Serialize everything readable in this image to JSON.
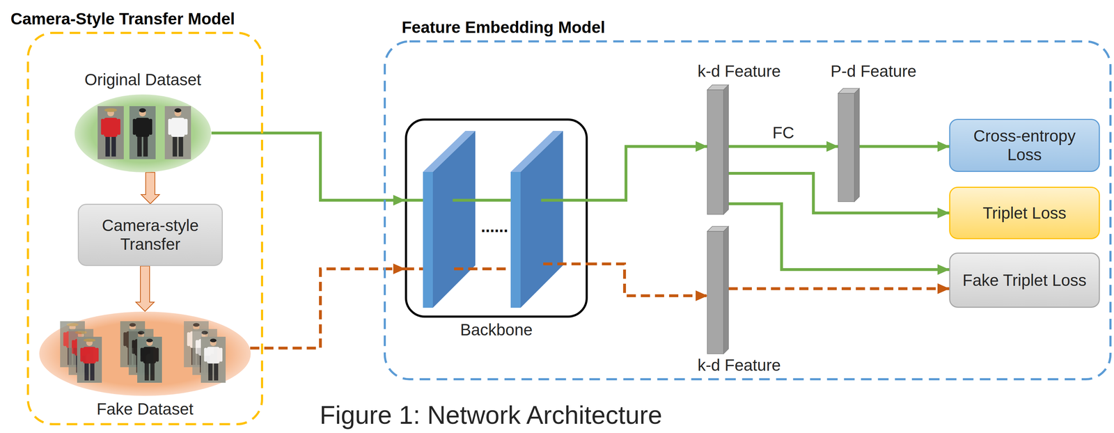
{
  "diagram": {
    "caption": "Figure 1: Network Architecture",
    "nodes": [
      {
        "text": [
          "Camera-Style Transfer Model"
        ]
      },
      {
        "text": [
          "Original Dataset"
        ],
        "in": 0
      },
      {
        "text": [
          "Camera-style Transfer"
        ],
        "in": 0
      },
      {
        "text": [
          "Fake Dataset"
        ],
        "in": 0
      },
      {
        "text": [
          "Feature Embedding Model"
        ]
      },
      {
        "text": [
          "Backbone"
        ],
        "in": 4
      },
      {
        "text": [
          "k-d Feature"
        ],
        "in": 4
      },
      {
        "text": [
          "P-d Feature"
        ],
        "in": 4
      },
      {
        "text": [
          "k-d Feature"
        ],
        "in": 4
      },
      {
        "text": [
          "Cross-entropy Loss"
        ],
        "in": 4
      },
      {
        "text": [
          "Triplet Loss"
        ],
        "in": 4
      },
      {
        "text": [
          "Fake Triplet Loss"
        ],
        "in": 4
      }
    ],
    "edges": [
      {
        "from": 1,
        "to": 2,
        "arrow": "to"
      },
      {
        "from": 2,
        "to": 3,
        "arrow": "to"
      },
      {
        "from": 1,
        "to": 5,
        "arrow": "to"
      },
      {
        "from": 3,
        "to": 5,
        "arrow": "to"
      },
      {
        "from": 5,
        "to": 6,
        "arrow": "to"
      },
      {
        "from": 5,
        "to": 8,
        "arrow": "to"
      },
      {
        "from": 6,
        "to": 7,
        "label": "FC",
        "arrow": "to"
      },
      {
        "from": 7,
        "to": 9,
        "arrow": "to"
      },
      {
        "from": 6,
        "to": 10,
        "arrow": "to"
      },
      {
        "from": 6,
        "to": 11,
        "arrow": "to"
      },
      {
        "from": 8,
        "to": 11,
        "arrow": "to"
      }
    ],
    "labels": [
      "......"
    ]
  }
}
